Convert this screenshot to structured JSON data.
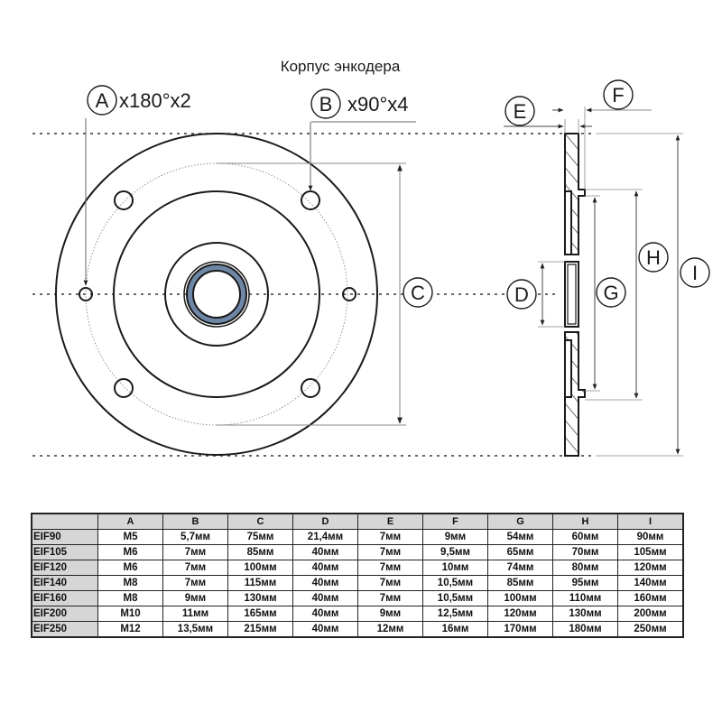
{
  "title": "Корпус энкодера",
  "callouts": {
    "A": {
      "letter": "A",
      "note": "x180°x2"
    },
    "B": {
      "letter": "B",
      "note": "x90°x4"
    },
    "C": {
      "letter": "C"
    },
    "D": {
      "letter": "D"
    },
    "E": {
      "letter": "E"
    },
    "F": {
      "letter": "F"
    },
    "G": {
      "letter": "G"
    },
    "H": {
      "letter": "H"
    },
    "I": {
      "letter": "I"
    }
  },
  "colors": {
    "bearing_fill": "#6f87a6",
    "line": "#1a1a1a",
    "dim_line": "#777777",
    "table_header_bg": "#d6d6d6"
  },
  "table": {
    "corner": "",
    "columns": [
      "A",
      "B",
      "C",
      "D",
      "E",
      "F",
      "G",
      "H",
      "I"
    ],
    "rows": [
      {
        "model": "EIF90",
        "values": [
          "M5",
          "5,7мм",
          "75мм",
          "21,4мм",
          "7мм",
          "9мм",
          "54мм",
          "60мм",
          "90мм"
        ]
      },
      {
        "model": "EIF105",
        "values": [
          "M6",
          "7мм",
          "85мм",
          "40мм",
          "7мм",
          "9,5мм",
          "65мм",
          "70мм",
          "105мм"
        ]
      },
      {
        "model": "EIF120",
        "values": [
          "M6",
          "7мм",
          "100мм",
          "40мм",
          "7мм",
          "10мм",
          "74мм",
          "80мм",
          "120мм"
        ]
      },
      {
        "model": "EIF140",
        "values": [
          "M8",
          "7мм",
          "115мм",
          "40мм",
          "7мм",
          "10,5мм",
          "85мм",
          "95мм",
          "140мм"
        ]
      },
      {
        "model": "EIF160",
        "values": [
          "M8",
          "9мм",
          "130мм",
          "40мм",
          "7мм",
          "10,5мм",
          "100мм",
          "110мм",
          "160мм"
        ]
      },
      {
        "model": "EIF200",
        "values": [
          "M10",
          "11мм",
          "165мм",
          "40мм",
          "9мм",
          "12,5мм",
          "120мм",
          "130мм",
          "200мм"
        ]
      },
      {
        "model": "EIF250",
        "values": [
          "M12",
          "13,5мм",
          "215мм",
          "40мм",
          "12мм",
          "16мм",
          "170мм",
          "180мм",
          "250мм"
        ]
      }
    ]
  }
}
